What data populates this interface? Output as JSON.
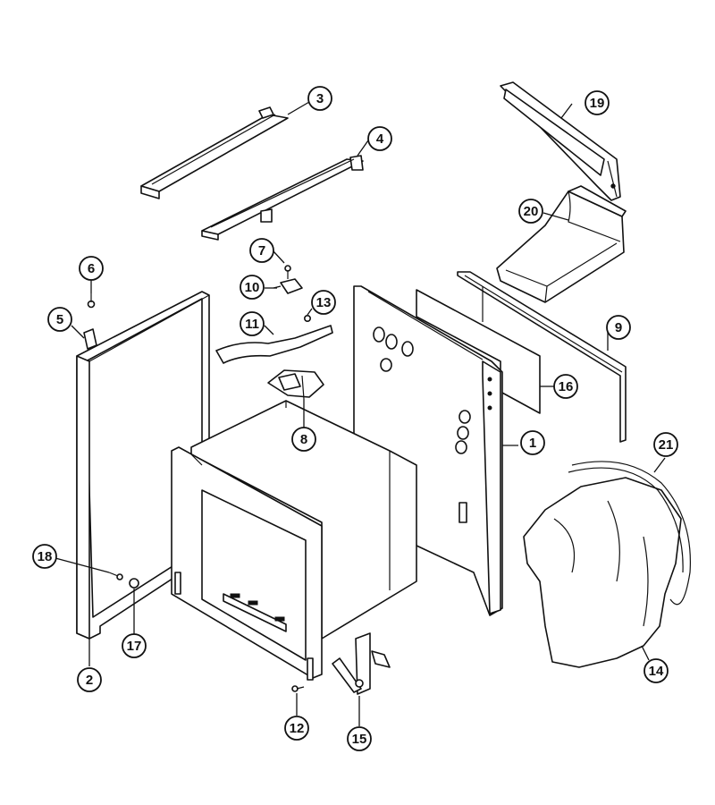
{
  "callouts": [
    {
      "label": "1"
    },
    {
      "label": "2"
    },
    {
      "label": "3"
    },
    {
      "label": "4"
    },
    {
      "label": "5"
    },
    {
      "label": "6"
    },
    {
      "label": "7"
    },
    {
      "label": "8"
    },
    {
      "label": "9"
    },
    {
      "label": "10"
    },
    {
      "label": "11"
    },
    {
      "label": "12"
    },
    {
      "label": "13"
    },
    {
      "label": "14"
    },
    {
      "label": "15"
    },
    {
      "label": "16"
    },
    {
      "label": "17"
    },
    {
      "label": "18"
    },
    {
      "label": "19"
    },
    {
      "label": "20"
    },
    {
      "label": "21"
    }
  ],
  "colors": {
    "line": "#111111",
    "background": "#ffffff"
  }
}
